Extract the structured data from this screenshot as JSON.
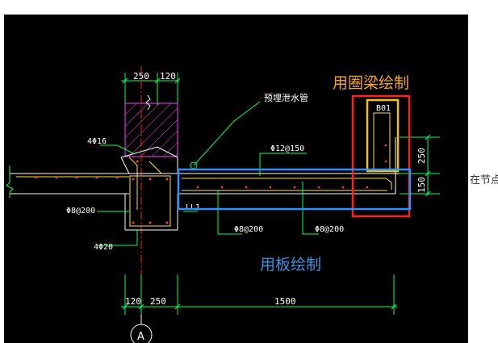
{
  "drawing": {
    "dim_top_left": "250",
    "dim_top_right": "120",
    "dim_right_upper": "250",
    "dim_right_lower": "150",
    "dim_bottom_1": "120",
    "dim_bottom_2": "250",
    "dim_bottom_3": "1500",
    "label_pipe": "预埋泄水管",
    "label_4phi16": "4Φ16",
    "label_phi12_150": "Φ12@150",
    "label_b01": "B01",
    "label_ll1": "LL1",
    "label_phi8_200_left": "Φ8@200",
    "label_phi8_200_mid": "Φ8@200",
    "label_phi8_200_right": "Φ8@200",
    "label_4phi20": "4Φ20",
    "axis_label": "A"
  },
  "annotations": {
    "ring_beam_text": "用圈梁绘制",
    "slab_text": "用板绘制",
    "ring_beam_color": "#f5a623",
    "slab_color": "#3d8fe0",
    "red_box_color": "#ff2020",
    "yellow_box_color": "#f5c400",
    "blue_box_color": "#2f8fff"
  },
  "page": {
    "side_text": "在节点"
  }
}
